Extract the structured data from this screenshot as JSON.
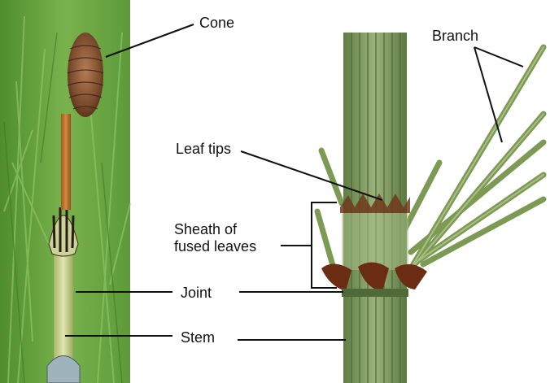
{
  "labels": {
    "cone": "Cone",
    "branch": "Branch",
    "leaf_tips": "Leaf tips",
    "sheath_line1": "Sheath of",
    "sheath_line2": "fused leaves",
    "joint": "Joint",
    "stem": "Stem"
  },
  "colors": {
    "photo_background": "#5f9e3a",
    "stem_green": "#7f9c5f",
    "cone_brown": "#7a4a2c",
    "node_brown": "#6b2c14",
    "leader_line": "#111111"
  }
}
